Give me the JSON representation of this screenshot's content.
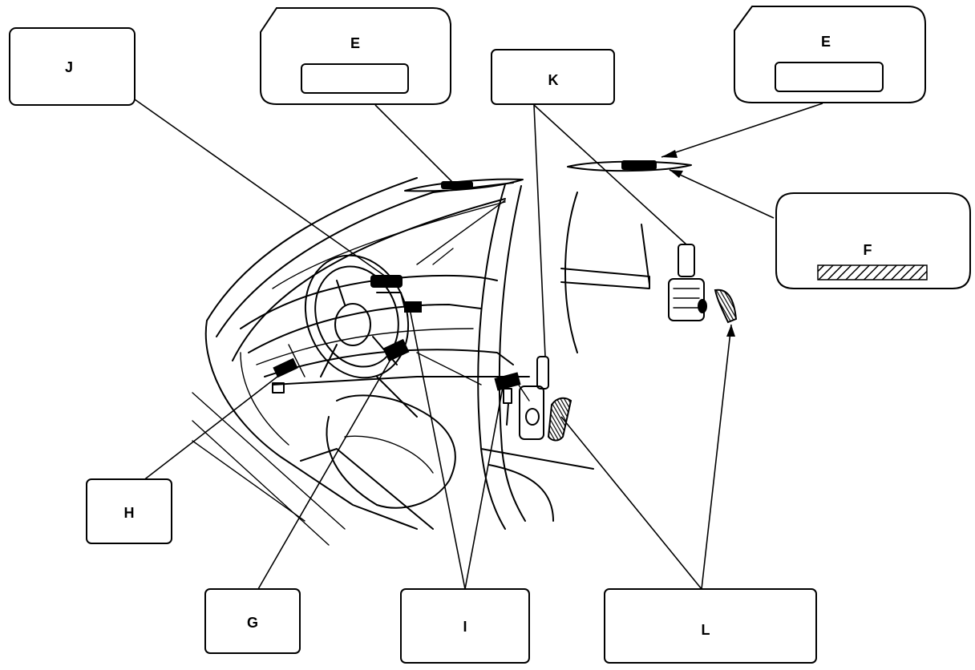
{
  "callouts": {
    "J": "J",
    "E_left": "E",
    "K": "K",
    "E_right": "E",
    "F": "F",
    "H": "H",
    "G": "G",
    "I": "I",
    "L": "L"
  },
  "colors": {
    "ink": "#000000",
    "paper": "#ffffff"
  }
}
